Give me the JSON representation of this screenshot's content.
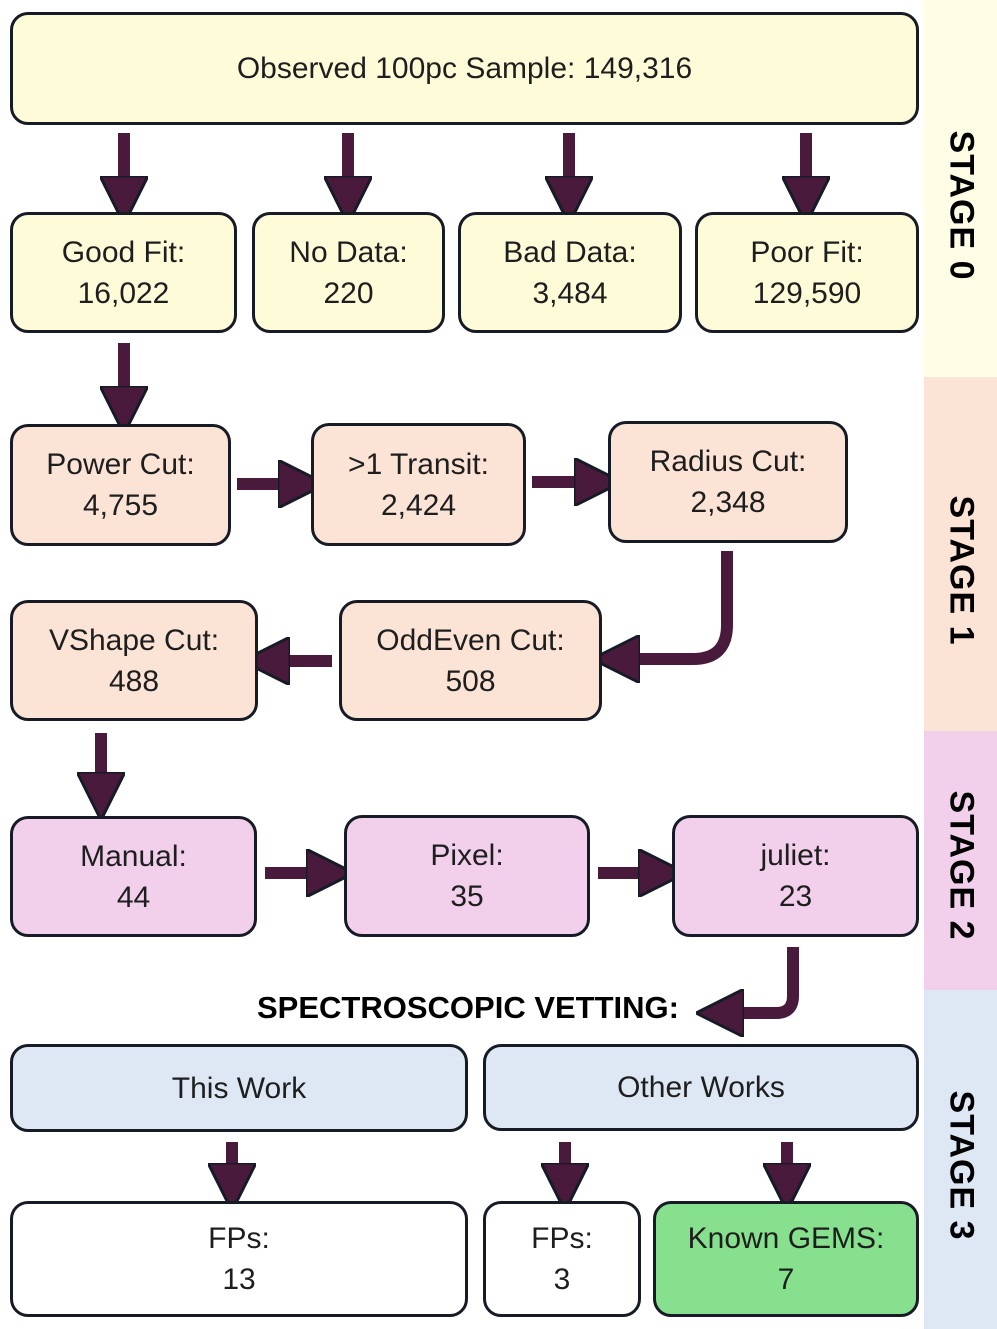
{
  "stages": [
    "STAGE 0",
    "STAGE 1",
    "STAGE 2",
    "STAGE 3"
  ],
  "stage0": {
    "observed": "Observed 100pc Sample: 149,316",
    "good_fit": {
      "label": "Good Fit:",
      "value": "16,022"
    },
    "no_data": {
      "label": "No Data:",
      "value": "220"
    },
    "bad_data": {
      "label": "Bad Data:",
      "value": "3,484"
    },
    "poor_fit": {
      "label": "Poor Fit:",
      "value": "129,590"
    }
  },
  "stage1": {
    "power_cut": {
      "label": "Power Cut:",
      "value": "4,755"
    },
    "transit": {
      "label": ">1 Transit:",
      "value": "2,424"
    },
    "radius_cut": {
      "label": "Radius Cut:",
      "value": "2,348"
    },
    "oddeven_cut": {
      "label": "OddEven Cut:",
      "value": "508"
    },
    "vshape_cut": {
      "label": "VShape Cut:",
      "value": "488"
    }
  },
  "stage2": {
    "manual": {
      "label": "Manual:",
      "value": "44"
    },
    "pixel": {
      "label": "Pixel:",
      "value": "35"
    },
    "juliet": {
      "label": "juliet:",
      "value": "23"
    }
  },
  "stage3": {
    "heading": "SPECTROSCOPIC VETTING:",
    "this_work": "This Work",
    "other_works": "Other Works",
    "fps_this": {
      "label": "FPs:",
      "value": "13"
    },
    "fps_other": {
      "label": "FPs:",
      "value": "3"
    },
    "known_gems": {
      "label": "Known GEMS:",
      "value": "7"
    }
  },
  "colors": {
    "arrow": "#4a1a3c",
    "border": "#161b26",
    "stage0": "#fefbd8",
    "stage1": "#fbe3d6",
    "stage2": "#f2d0ec",
    "stage3": "#dde8f4",
    "gems": "#86e08e"
  }
}
